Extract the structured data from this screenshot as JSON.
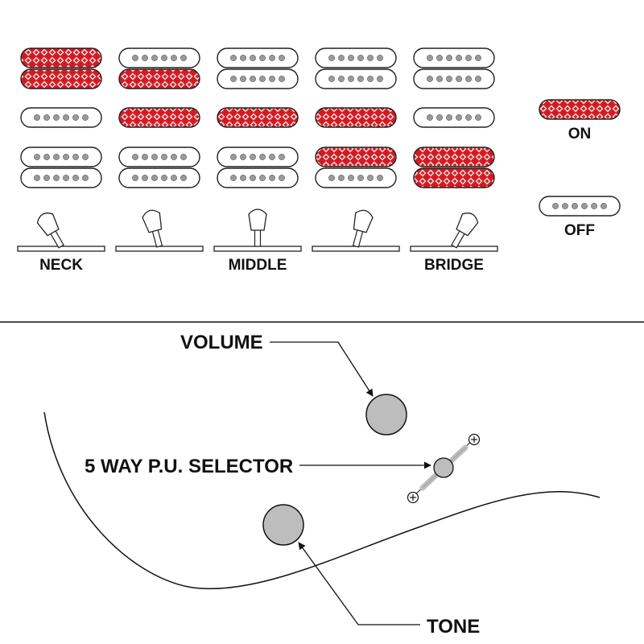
{
  "colors": {
    "on_fill": "#d7191f",
    "off_fill": "#ffffff",
    "outline": "#222222",
    "pole": "#9a9a9a",
    "knob": "#bdbdbd",
    "ink": "#111111"
  },
  "positions": [
    {
      "label": "NECK",
      "humbucker_neck": [
        "on",
        "on"
      ],
      "single_middle": "off",
      "humbucker_bridge": [
        "off",
        "off"
      ],
      "lever": "neck"
    },
    {
      "label": "",
      "humbucker_neck": [
        "off",
        "on"
      ],
      "single_middle": "on",
      "humbucker_bridge": [
        "off",
        "off"
      ],
      "lever": "neck-middle"
    },
    {
      "label": "MIDDLE",
      "humbucker_neck": [
        "off",
        "off"
      ],
      "single_middle": "on",
      "humbucker_bridge": [
        "off",
        "off"
      ],
      "lever": "middle"
    },
    {
      "label": "",
      "humbucker_neck": [
        "off",
        "off"
      ],
      "single_middle": "on",
      "humbucker_bridge": [
        "on",
        "off"
      ],
      "lever": "middle-bridge"
    },
    {
      "label": "BRIDGE",
      "humbucker_neck": [
        "off",
        "off"
      ],
      "single_middle": "off",
      "humbucker_bridge": [
        "on",
        "on"
      ],
      "lever": "bridge"
    }
  ],
  "legend": {
    "on_label": "ON",
    "off_label": "OFF"
  },
  "controls": {
    "volume_label": "VOLUME",
    "selector_label": "5 WAY P.U. SELECTOR",
    "tone_label": "TONE"
  }
}
